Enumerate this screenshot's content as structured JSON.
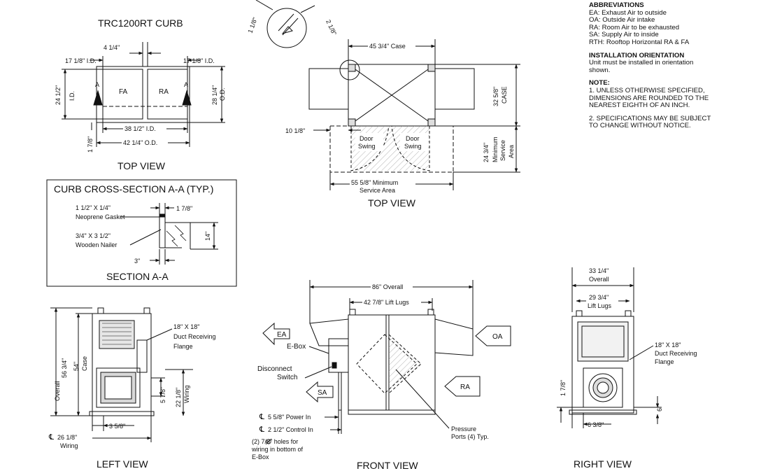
{
  "notes": {
    "abbrev_heading": "ABBREVIATIONS",
    "abbrev": [
      "EA: Exhaust Air to outside",
      "OA: Outside Air intake",
      "RA: Room Air to be exhausted",
      "SA: Supply Air to inside",
      "RTH: Rooftop Horizontal RA & FA"
    ],
    "orientation_heading": "INSTALLATION ORIENTATION",
    "orientation_lines": [
      "Unit must be installed in orientation",
      "shown."
    ],
    "note_heading": "NOTE:",
    "note1_lines": [
      "1. UNLESS OTHERWISE SPECIFIED,",
      "DIMENSIONS ARE ROUNDED TO THE",
      "NEAREST EIGHTH OF AN INCH."
    ],
    "note2_lines": [
      "2. SPECIFICATIONS MAY BE SUBJECT",
      "TO CHANGE WITHOUT NOTICE."
    ]
  },
  "curb": {
    "title": "TRC1200RT CURB",
    "top_view_label": "TOP VIEW",
    "dim_4_1_4": "4 1/4\"",
    "dim_left_id": "17 1/8\" I.D.",
    "dim_right_id": "17 1/8\" I.D.",
    "dim_24_1_2": "24 1/2\"",
    "dim_id": "I.D.",
    "dim_28_1_4": "28 1/4\"",
    "dim_od": "O.D.",
    "fa": "FA",
    "ra": "RA",
    "section_mark_left": "A",
    "section_mark_right": "A",
    "dim_38_1_2": "38 1/2\" I.D.",
    "dim_42_1_4": "42 1/4\" O.D.",
    "dim_1_7_8": "1 7/8\""
  },
  "section": {
    "title": "CURB CROSS-SECTION A-A (TYP.)",
    "gasket_dim": "1 1/2\" X 1/4\"",
    "gasket_label": "Neoprene Gasket",
    "nailer_dim": "3/4\" X 3 1/2\"",
    "nailer_label": "Wooden Nailer",
    "dim_1_7_8": "1 7/8\"",
    "dim_14": "14\"",
    "dim_3": "3\"",
    "label": "SECTION A-A"
  },
  "unit_top": {
    "detail_1_1_8": "1 1/8\"",
    "detail_2_1_8": "2 1/8\"",
    "case_width": "45 3/4\" Case",
    "case_depth_1": "32 5/8\"",
    "case_depth_2": "CASE",
    "dim_10_1_8": "10 1/8\"",
    "door_swing": [
      "Door",
      "Swing"
    ],
    "service_depth": "24 3/4\"",
    "service_depth_label": [
      "Minimum",
      "Service",
      "Area"
    ],
    "service_width": [
      "55 5/8\" Minimum",
      "Service Area"
    ],
    "label": "TOP VIEW"
  },
  "left_view": {
    "overall": [
      "56 3/4\"",
      "Overall"
    ],
    "case": [
      "54\"",
      "Case"
    ],
    "flange": [
      "18\" X 18\"",
      "Duct Receiving",
      "Flange"
    ],
    "dim_5_7_8": "5 7/8\"",
    "wiring": [
      "22 1/8\"",
      "Wiring"
    ],
    "dim_3_5_8": "3 5/8\"",
    "cl_wiring": [
      "26 1/8\"",
      "Wiring"
    ],
    "label": "LEFT VIEW"
  },
  "front_view": {
    "overall": "86\" Overall",
    "lift_lugs": "42 7/8\" Lift Lugs",
    "ea": "EA",
    "oa": "OA",
    "sa": "SA",
    "ra": "RA",
    "ebox": "E-Box",
    "disconnect": [
      "Disconnect",
      "Switch"
    ],
    "power": "5 5/8\" Power In",
    "control": "2 1/2\" Control In",
    "holes": [
      "(2)  7/8\" holes for",
      "wiring in bottom of",
      "E-Box"
    ],
    "pressure": [
      "Pressure",
      "Ports (4) Typ."
    ],
    "label": "FRONT VIEW"
  },
  "right_view": {
    "overall": [
      "33 1/4\"",
      "Overall"
    ],
    "lift_lugs": [
      "29 3/4\"",
      "Lift Lugs"
    ],
    "flange": [
      "18\" X 18\"",
      "Duct Receiving",
      "Flange"
    ],
    "dim_1_7_8": "1 7/8\"",
    "dim_6": "6\"",
    "dim_6_3_8": "6 3/8\"",
    "label": "RIGHT VIEW"
  }
}
